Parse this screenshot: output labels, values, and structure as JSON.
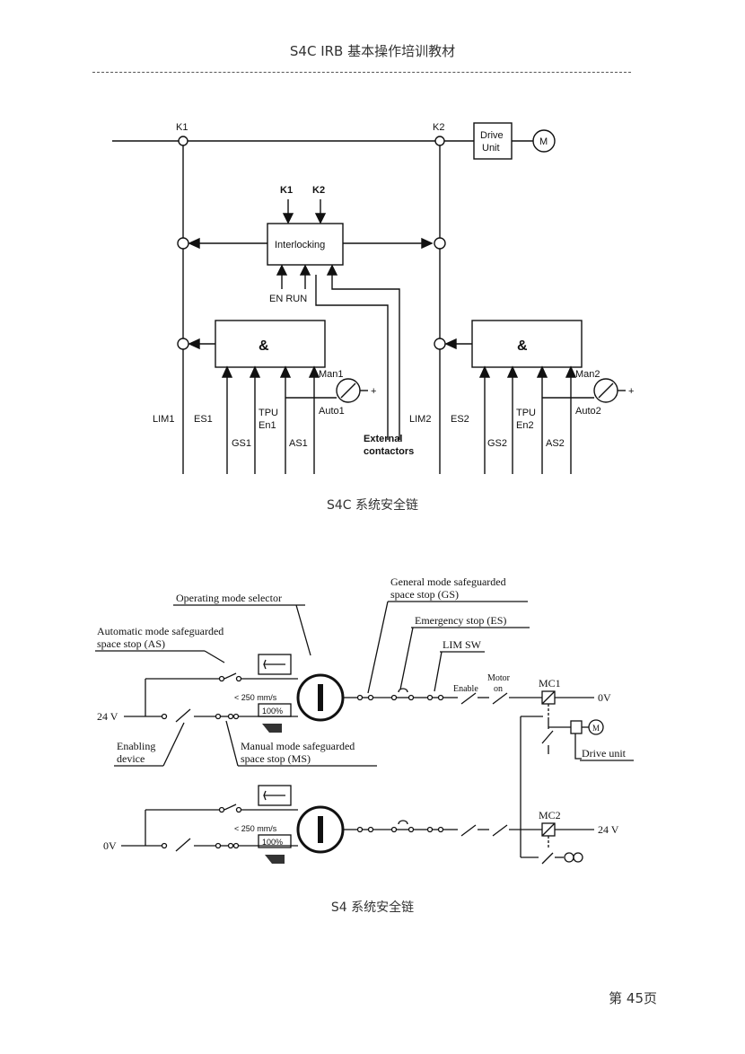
{
  "header": {
    "title": "S4C IRB 基本操作培训教材"
  },
  "diagram1": {
    "caption": "S4C 系统安全链",
    "k1": "K1",
    "k2": "K2",
    "drive_unit_line1": "Drive",
    "drive_unit_line2": "Unit",
    "motor": "M",
    "interlock_in_k1": "K1",
    "interlock_in_k2": "K2",
    "interlocking": "Interlocking",
    "en_run": "EN RUN",
    "and1": "&",
    "and2": "&",
    "man1": "Man1",
    "auto1": "Auto1",
    "man2": "Man2",
    "auto2": "Auto2",
    "plus1": "+",
    "plus2": "+",
    "lim1": "LIM1",
    "es1": "ES1",
    "tpu1": "TPU",
    "en1": "En1",
    "gs1": "GS1",
    "as1": "AS1",
    "lim2": "LIM2",
    "es2": "ES2",
    "tpu2": "TPU",
    "en2": "En2",
    "gs2": "GS2",
    "as2": "AS2",
    "ext_line1": "External",
    "ext_line2": "contactors"
  },
  "diagram2": {
    "caption": "S4 系统安全链",
    "op_mode_selector": "Operating mode selector",
    "gs_line1": "General mode safeguarded",
    "gs_line2": "space stop (GS)",
    "es": "Emergency stop (ES)",
    "as_line1": "Automatic mode safeguarded",
    "as_line2": "space stop (AS)",
    "lim_sw": "LIM SW",
    "enable": "Enable",
    "motor_on_line1": "Motor",
    "motor_on_line2": "on",
    "mc1": "MC1",
    "mc2": "MC2",
    "v0_top": "0V",
    "v24_left": "24 V",
    "v24_right": "24 V",
    "v0_left": "0V",
    "speed1": "< 250 mm/s",
    "pct1": "100%",
    "speed2": "< 250 mm/s",
    "pct2": "100%",
    "enabling_line1": "Enabling",
    "enabling_line2": "device",
    "ms_line1": "Manual mode safeguarded",
    "ms_line2": "space stop (MS)",
    "drive_unit": "Drive unit",
    "motor_symbol": "M"
  },
  "footer": {
    "page": "第 45页"
  }
}
